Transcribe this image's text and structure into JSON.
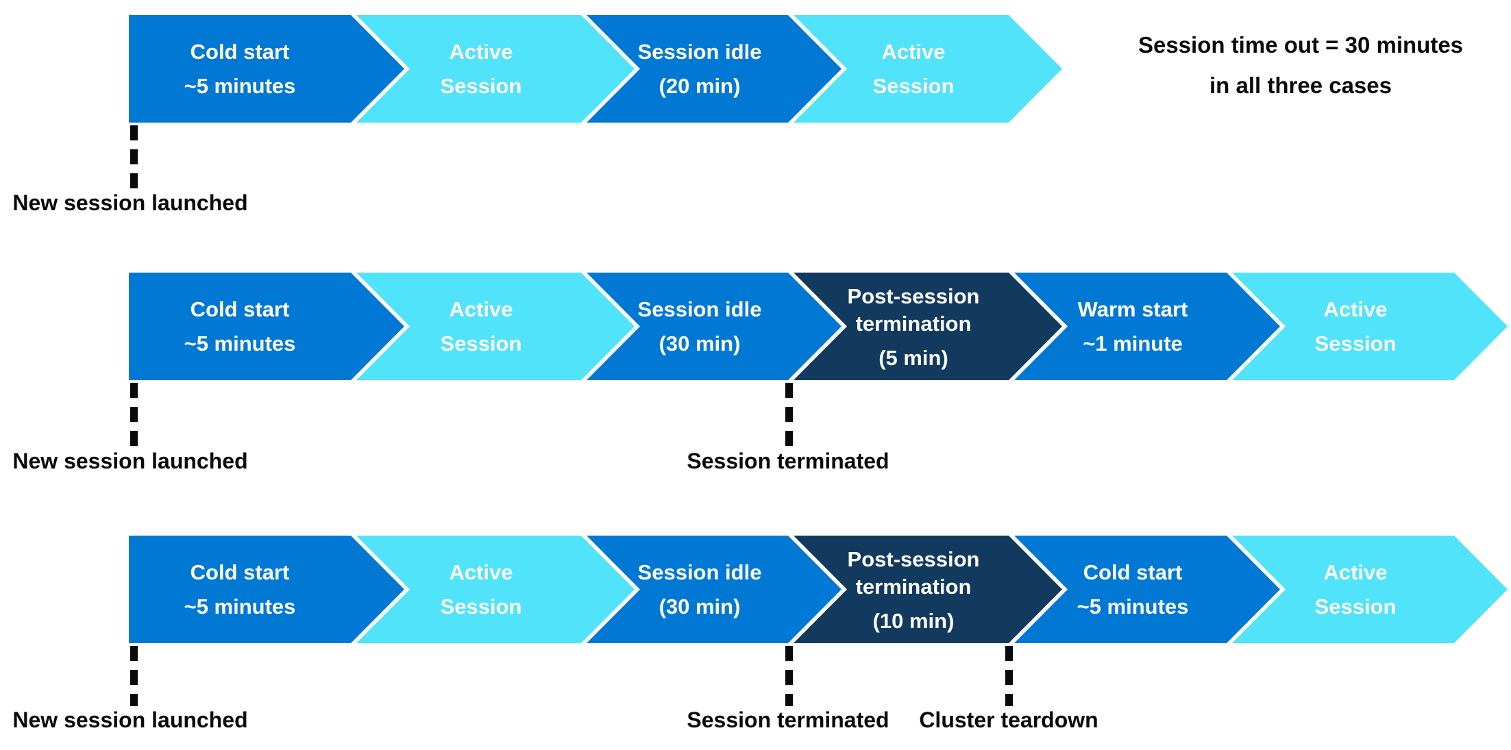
{
  "colors": {
    "background": "#FFFFFF",
    "blue": "#0078D4",
    "cyan": "#50E3FA",
    "navy": "#123A5F",
    "label": "#0A0A0A",
    "marker": "#0A0A0A"
  },
  "note": {
    "line1": "Session time out = 30 minutes",
    "line2": "in all three cases"
  },
  "rows": [
    {
      "name": "scenario-reconnect-within-timeout",
      "segments": [
        {
          "color": "blue",
          "lines": [
            "Cold start",
            "~5 minutes"
          ]
        },
        {
          "color": "cyan",
          "lines": [
            "Active",
            "Session"
          ]
        },
        {
          "color": "blue",
          "lines": [
            "Session idle",
            "(20 min)"
          ]
        },
        {
          "color": "cyan",
          "lines": [
            "Active",
            "Session"
          ]
        }
      ],
      "markers": [
        {
          "label": "New session launched"
        }
      ]
    },
    {
      "name": "scenario-warm-start-after-termination",
      "segments": [
        {
          "color": "blue",
          "lines": [
            "Cold start",
            "~5 minutes"
          ]
        },
        {
          "color": "cyan",
          "lines": [
            "Active",
            "Session"
          ]
        },
        {
          "color": "blue",
          "lines": [
            "Session idle",
            "(30 min)"
          ]
        },
        {
          "color": "navy",
          "lines": [
            "Post-session",
            "termination",
            "(5 min)"
          ]
        },
        {
          "color": "blue",
          "lines": [
            "Warm start",
            "~1 minute"
          ]
        },
        {
          "color": "cyan",
          "lines": [
            "Active",
            "Session"
          ]
        }
      ],
      "markers": [
        {
          "label": "New session launched"
        },
        {
          "label": "Session terminated"
        }
      ]
    },
    {
      "name": "scenario-cold-start-after-teardown",
      "segments": [
        {
          "color": "blue",
          "lines": [
            "Cold start",
            "~5 minutes"
          ]
        },
        {
          "color": "cyan",
          "lines": [
            "Active",
            "Session"
          ]
        },
        {
          "color": "blue",
          "lines": [
            "Session idle",
            "(30 min)"
          ]
        },
        {
          "color": "navy",
          "lines": [
            "Post-session",
            "termination",
            "(10 min)"
          ]
        },
        {
          "color": "blue",
          "lines": [
            "Cold start",
            "~5 minutes"
          ]
        },
        {
          "color": "cyan",
          "lines": [
            "Active",
            "Session"
          ]
        }
      ],
      "markers": [
        {
          "label": "New session launched"
        },
        {
          "label": "Session terminated"
        },
        {
          "label": "Cluster teardown"
        }
      ]
    }
  ]
}
